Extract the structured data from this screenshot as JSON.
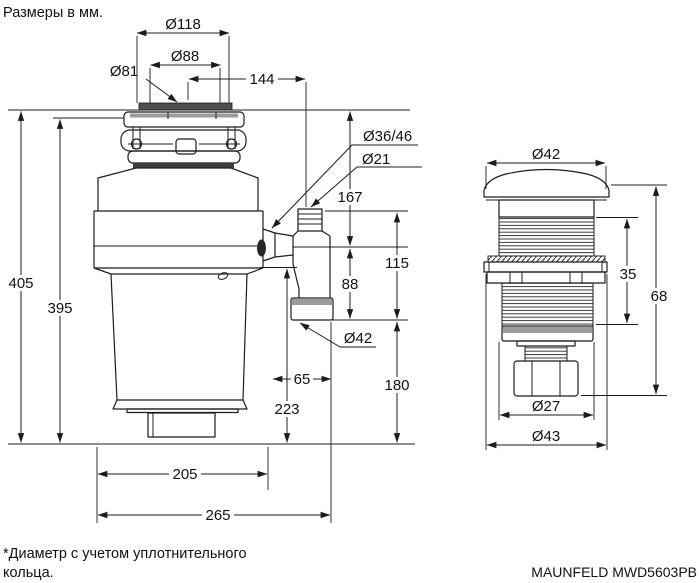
{
  "page": {
    "units_note": "Размеры в мм.",
    "footnote_line1": "*Диаметр с учетом уплотнительного",
    "footnote_line2": "кольца.",
    "model": "MAUNFELD MWD5603PB"
  },
  "colors": {
    "line": "#1c1c1c",
    "splash_guard": "#4f4f4f",
    "gasket": "#3f3f3f",
    "metal_band": "#9b9b9b",
    "background": "#ffffff"
  },
  "main_view": {
    "title": "disposer front view",
    "dims": {
      "d118": "Ø118",
      "d88": "Ø88",
      "d81": "Ø81",
      "len144": "144",
      "d36_46": "Ø36/46",
      "d21": "Ø21",
      "h167": "167",
      "h115": "115",
      "h88": "88",
      "h405": "405",
      "h395": "395",
      "d42_outlet": "Ø42",
      "w65": "65",
      "h223": "223",
      "h180": "180",
      "w205": "205",
      "w265": "265"
    }
  },
  "flange_view": {
    "title": "sink flange view",
    "dims": {
      "d42": "Ø42",
      "h35": "35",
      "h68": "68",
      "d27": "Ø27",
      "d43": "Ø43"
    }
  }
}
